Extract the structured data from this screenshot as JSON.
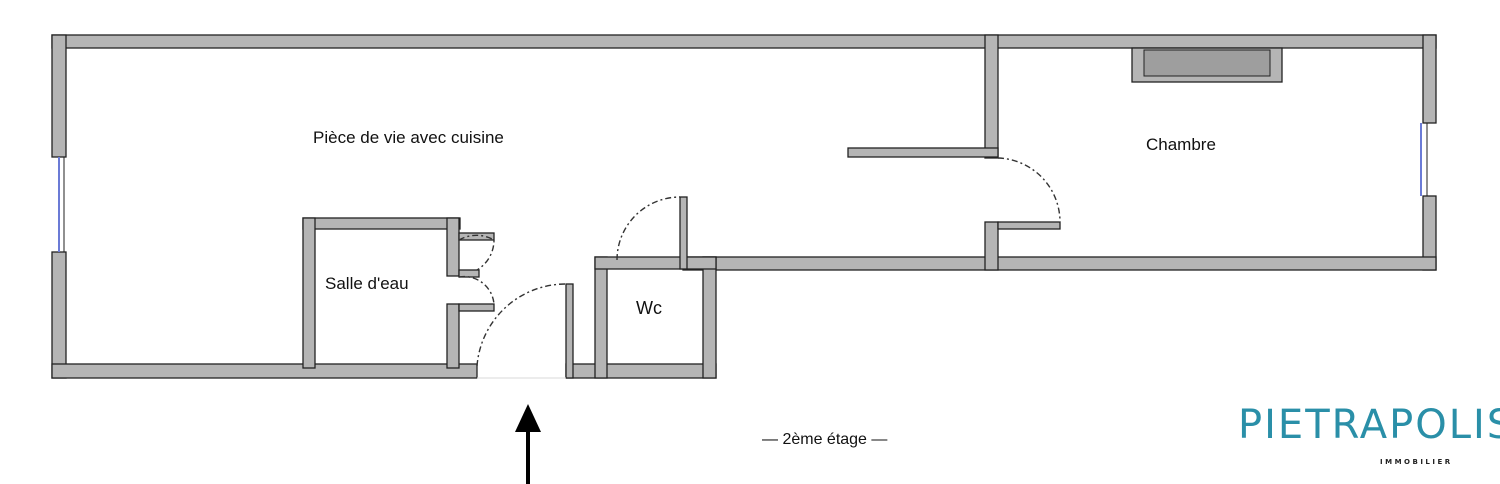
{
  "rooms": {
    "living": "Pièce de vie avec cuisine",
    "bedroom": "Chambre",
    "bathroom": "Salle d'eau",
    "wc": "Wc"
  },
  "floor_label": "— 2ème étage —",
  "logo": {
    "name": "PIETRAPOLIS",
    "subtitle": "IMMOBILIER"
  },
  "colors": {
    "wall": "#b5b5b5",
    "wall_outline": "#222222",
    "window": "#6b7bd6",
    "logo": "#2a8fa8"
  }
}
